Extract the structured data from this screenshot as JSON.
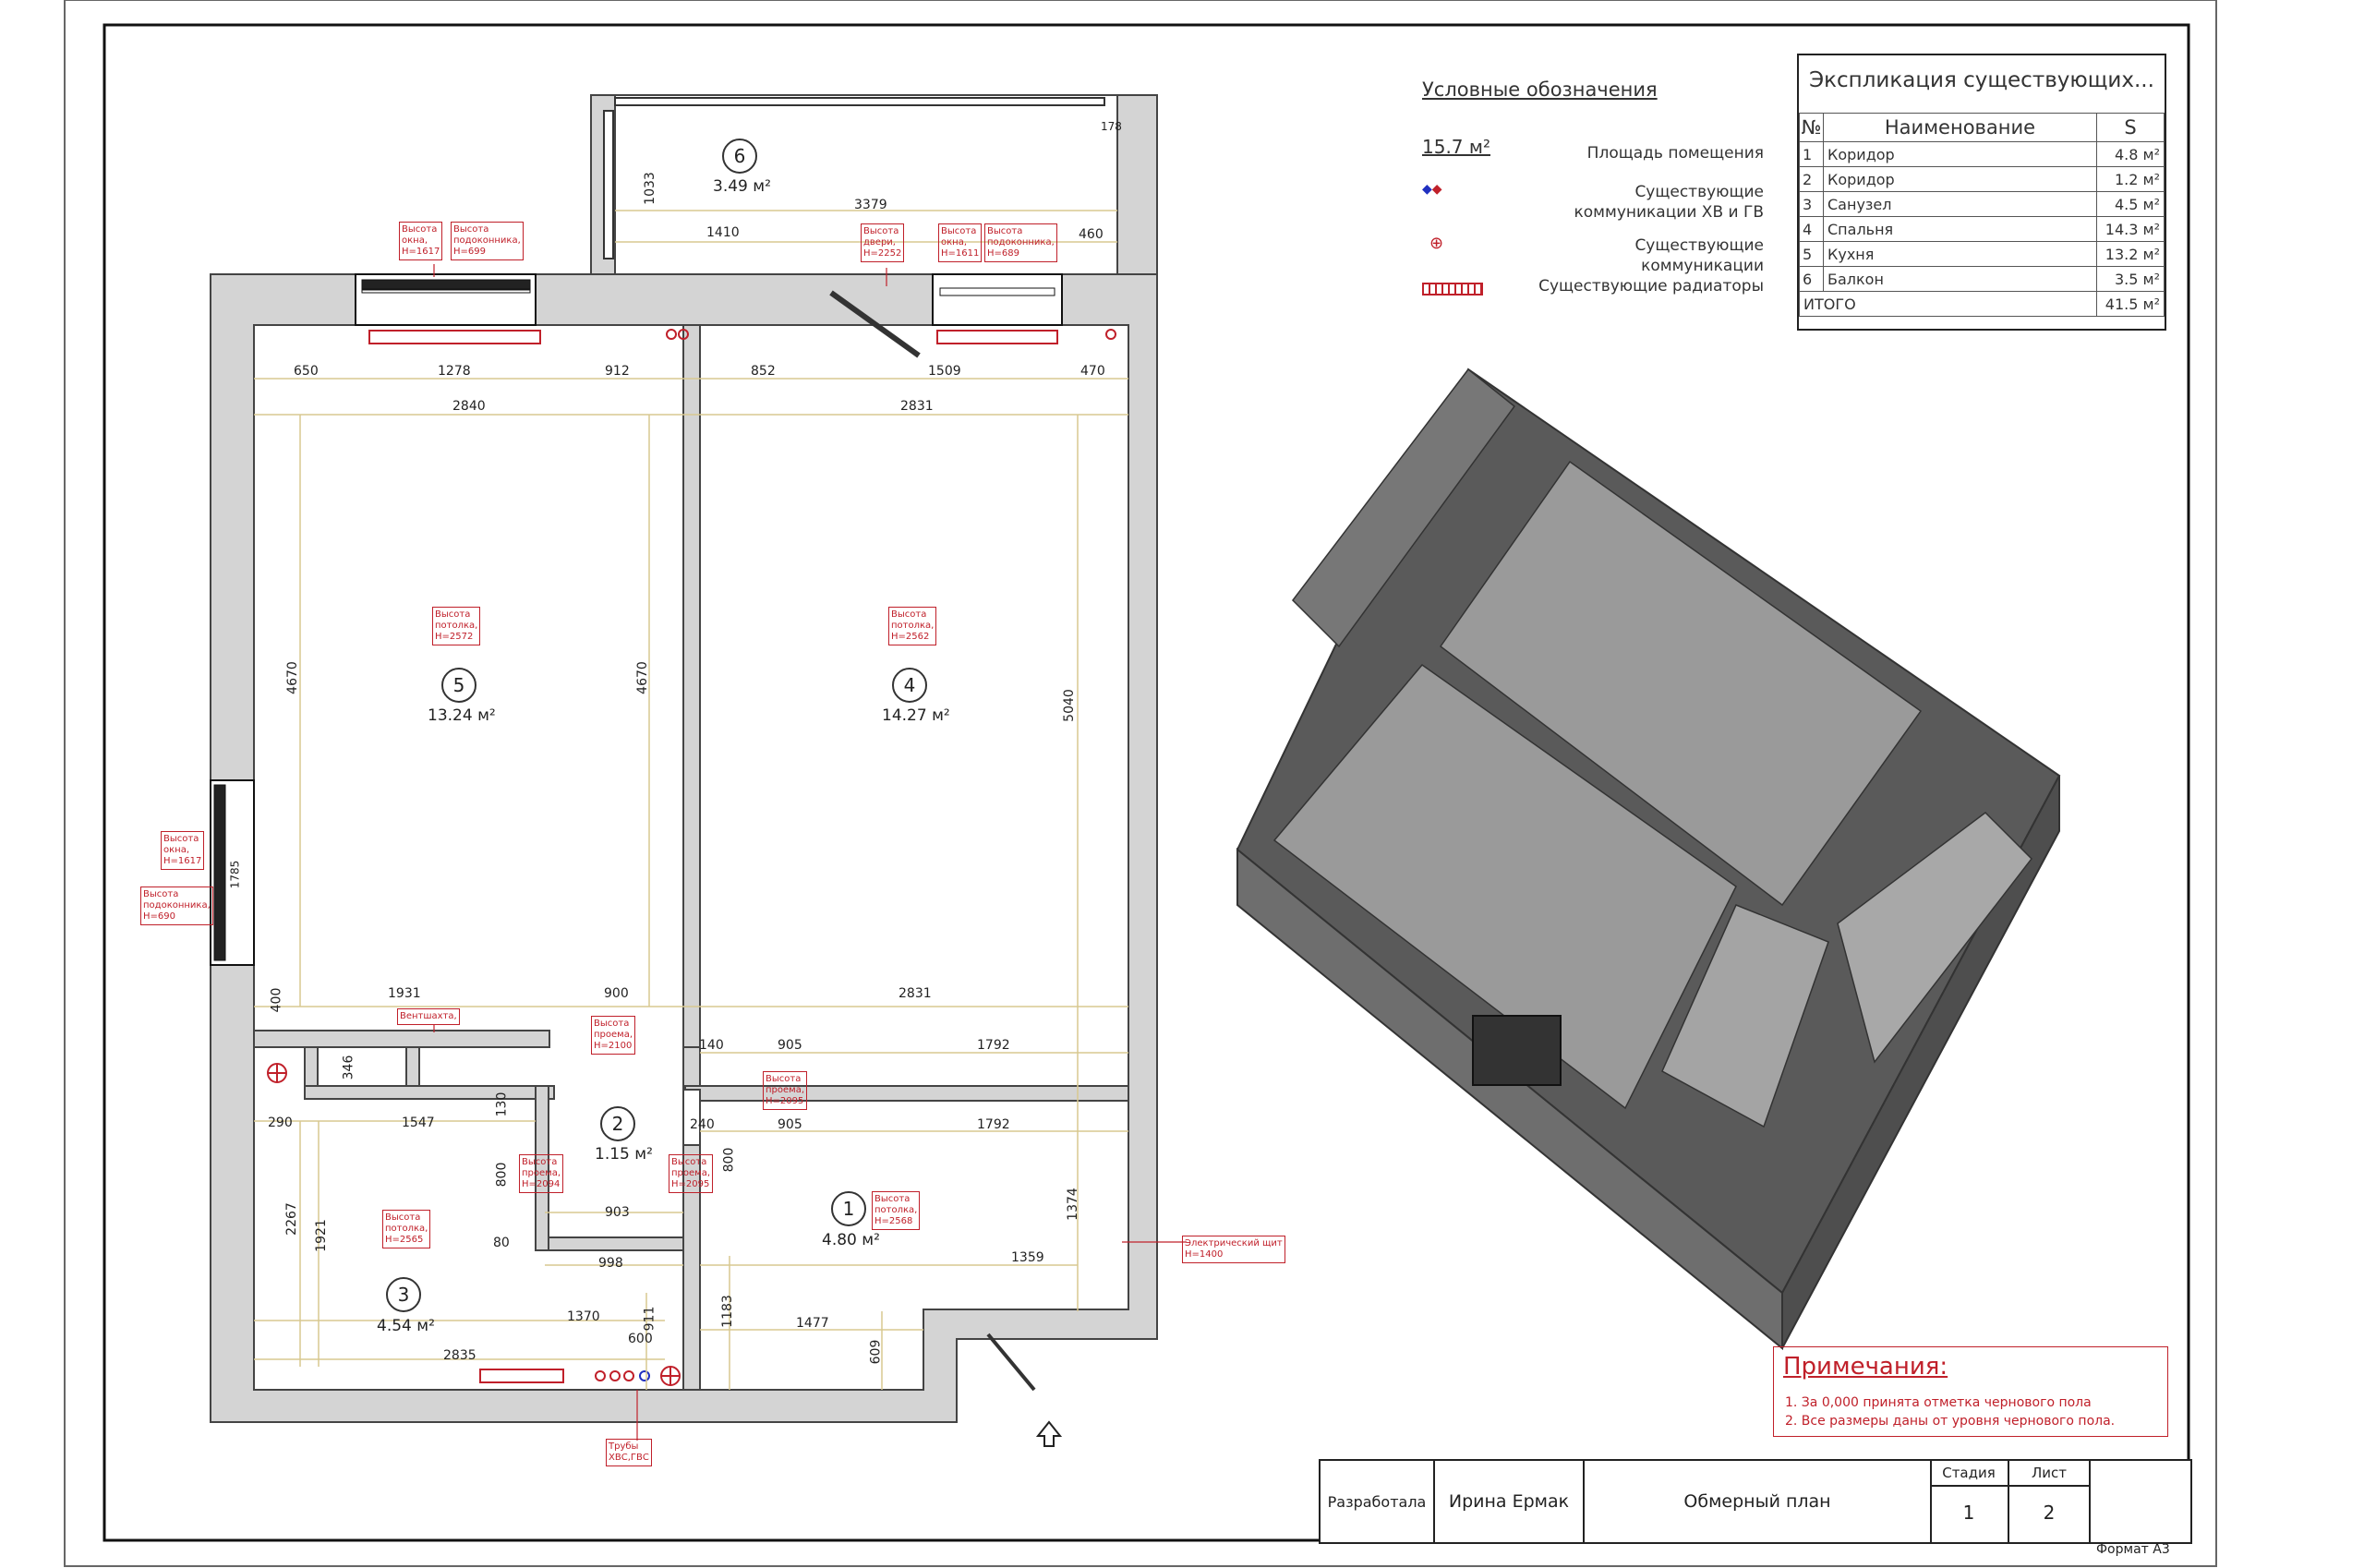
{
  "legend": {
    "title": "Условные обозначения",
    "sample_area": "15.7 м²",
    "items": [
      {
        "label": "Площадь помещения"
      },
      {
        "label": "Существующие коммуникации ХВ и ГВ"
      },
      {
        "label": "Существующие коммуникации"
      },
      {
        "label": "Существующие радиаторы"
      }
    ]
  },
  "explication": {
    "title": "Экспликация существующих...",
    "headers": [
      "№",
      "Наименование",
      "S"
    ],
    "rows": [
      {
        "num": "1",
        "name": "Коридор",
        "area": "4.8 м²"
      },
      {
        "num": "2",
        "name": "Коридор",
        "area": "1.2 м²"
      },
      {
        "num": "3",
        "name": "Санузел",
        "area": "4.5 м²"
      },
      {
        "num": "4",
        "name": "Спальня",
        "area": "14.3 м²"
      },
      {
        "num": "5",
        "name": "Кухня",
        "area": "13.2 м²"
      },
      {
        "num": "6",
        "name": "Балкон",
        "area": "3.5 м²"
      }
    ],
    "total_label": "ИТОГО",
    "total_area": "41.5 м²"
  },
  "rooms": [
    {
      "num": "6",
      "area": "3.49 м²"
    },
    {
      "num": "5",
      "area": "13.24 м²"
    },
    {
      "num": "4",
      "area": "14.27 м²"
    },
    {
      "num": "2",
      "area": "1.15 м²"
    },
    {
      "num": "1",
      "area": "4.80 м²"
    },
    {
      "num": "3",
      "area": "4.54 м²"
    }
  ],
  "dimensions": {
    "d3379": "3379",
    "d1410": "1410",
    "d460": "460",
    "d1033": "1033",
    "d178": "178",
    "d650": "650",
    "d1278": "1278",
    "d912": "912",
    "d852": "852",
    "d1509": "1509",
    "d470": "470",
    "d2840": "2840",
    "d2831t": "2831",
    "d4670a": "4670",
    "d4670b": "4670",
    "d5040": "5040",
    "d1931": "1931",
    "d900": "900",
    "d2831b": "2831",
    "d400": "400",
    "d346": "346",
    "d140": "140",
    "d905a": "905",
    "d1792a": "1792",
    "d290": "290",
    "d1547": "1547",
    "d130": "130",
    "d240": "240",
    "d905b": "905",
    "d1792b": "1792",
    "d2267": "2267",
    "d1921": "1921",
    "d800a": "800",
    "d800b": "800",
    "d903": "903",
    "d80": "80",
    "d998": "998",
    "d1374": "1374",
    "d1359": "1359",
    "d1370": "1370",
    "d911": "911",
    "d600": "600",
    "d2835": "2835",
    "d1183": "1183",
    "d1477": "1477",
    "d609": "609",
    "d1785": "1785"
  },
  "annotations": {
    "a1": [
      "Высота",
      "окна,",
      "Н=1617"
    ],
    "a2": [
      "Высота",
      "подоконника,",
      "Н=699"
    ],
    "a3": [
      "Высота",
      "двери,",
      "Н=2252"
    ],
    "a4": [
      "Высота",
      "окна,",
      "Н=1611"
    ],
    "a5": [
      "Высота",
      "подоконника,",
      "Н=689"
    ],
    "a6": [
      "Высота",
      "потолка,",
      "Н=2572"
    ],
    "a7": [
      "Высота",
      "потолка,",
      "Н=2562"
    ],
    "a8": [
      "Высота",
      "окна,",
      "Н=1617"
    ],
    "a9": [
      "Высота",
      "подоконника,",
      "Н=690"
    ],
    "a10": [
      "Вентшахта,"
    ],
    "a11": [
      "Высота",
      "проема,",
      "Н=2100"
    ],
    "a12": [
      "Высота",
      "проема,",
      "Н=2095"
    ],
    "a13": [
      "Высота",
      "проема,",
      "Н=2094"
    ],
    "a14": [
      "Высота",
      "проема,",
      "Н=2095"
    ],
    "a15": [
      "Высота",
      "потолка,",
      "Н=2568"
    ],
    "a16": [
      "Высота",
      "потолка,",
      "Н=2565"
    ],
    "a17": [
      "Электрический щит",
      "Н=1400"
    ],
    "a18": [
      "Трубы",
      "ХВС,ГВС"
    ]
  },
  "notes": {
    "title": "Примечания:",
    "items": [
      "1.   За 0,000 принята отметка чернового пола",
      "2.   Все размеры даны от уровня чернового пола."
    ]
  },
  "title_block": {
    "developed_label": "Разработала",
    "author": "Ирина Ермак",
    "sheet_title": "Обмерный план",
    "stage_label": "Стадия",
    "sheet_label": "Лист",
    "stage": "1",
    "sheet": "2"
  },
  "format": "Формат А3",
  "colors": {
    "red": "#c0202a",
    "wall": "#d4d4d4",
    "line": "#444444",
    "dim": "#d8c890"
  }
}
